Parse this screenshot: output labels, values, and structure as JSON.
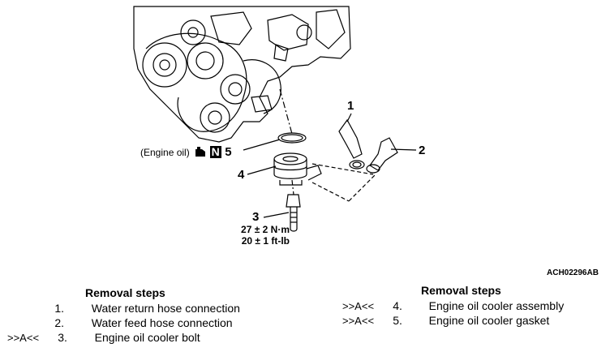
{
  "figure": {
    "id_code": "ACH02296AB",
    "callouts": [
      "1",
      "2",
      "3",
      "4",
      "5"
    ],
    "torque": {
      "line1": "27 ± 2 N·m",
      "line2": "20 ± 1 ft-lb"
    },
    "oil_note": {
      "label": "(Engine oil)",
      "symbol": "N"
    }
  },
  "removal_left": {
    "title": "Removal steps",
    "steps": [
      {
        "marker": "",
        "num": "1.",
        "text": "Water return hose connection"
      },
      {
        "marker": "",
        "num": "2.",
        "text": "Water feed hose connection"
      },
      {
        "marker": ">>A<<",
        "num": "3.",
        "text": "Engine oil cooler bolt"
      }
    ]
  },
  "removal_right": {
    "title": "Removal steps",
    "steps": [
      {
        "marker": ">>A<<",
        "num": "4.",
        "text": "Engine oil cooler assembly"
      },
      {
        "marker": ">>A<<",
        "num": "5.",
        "text": "Engine oil cooler gasket"
      }
    ]
  }
}
